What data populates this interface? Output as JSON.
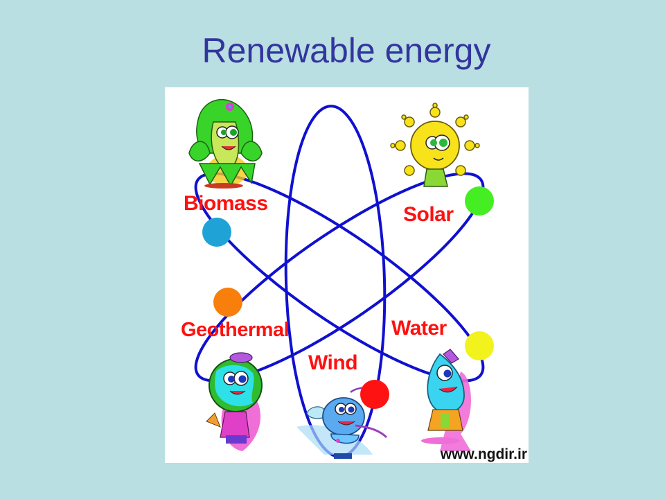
{
  "slide": {
    "title": "Renewable energy",
    "background_color": "#b9dfe2",
    "title_color": "#33359e"
  },
  "diagram": {
    "type": "atom-style orbit diagram",
    "orbit_color": "#1010d0",
    "labels": {
      "biomass": "Biomass",
      "solar": "Solar",
      "geothermal": "Geothermal",
      "water": "Water",
      "wind": "Wind"
    },
    "label_color": "#ff1010",
    "nodes": [
      {
        "name": "blue-dot",
        "color": "#1fa3d6"
      },
      {
        "name": "green-dot",
        "color": "#44ee22"
      },
      {
        "name": "orange-dot",
        "color": "#f87f0c"
      },
      {
        "name": "yellow-dot",
        "color": "#f2f21c"
      },
      {
        "name": "red-dot",
        "color": "#ff1212"
      }
    ],
    "characters": [
      "plant-character-icon",
      "sun-character-icon",
      "earth-character-icon",
      "wind-character-icon",
      "water-drop-character-icon"
    ],
    "watermark": "www.ngdir.ir"
  }
}
